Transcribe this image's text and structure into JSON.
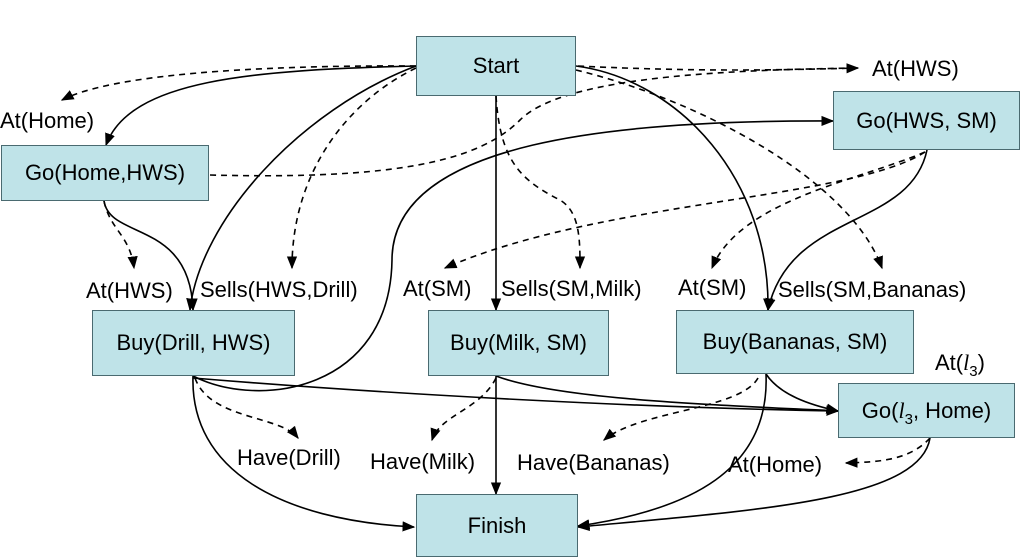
{
  "nodes": {
    "start": "Start",
    "finish": "Finish",
    "go_home_hws": "Go(Home,HWS)",
    "go_hws_sm": "Go(HWS, SM)",
    "buy_drill": "Buy(Drill, HWS)",
    "buy_milk": "Buy(Milk, SM)",
    "buy_bananas": "Buy(Bananas, SM)",
    "go_l3_home": {
      "prefix": "Go(",
      "var": "l",
      "sub": "3",
      "suffix": ", Home)"
    }
  },
  "labels": {
    "at_home_top": "At(Home)",
    "at_hws_top": "At(HWS)",
    "at_hws_mid": "At(HWS)",
    "sells_hws_drill": "Sells(HWS,Drill)",
    "at_sm_1": "At(SM)",
    "sells_sm_milk": "Sells(SM,Milk)",
    "at_sm_2": "At(SM)",
    "sells_sm_bananas": "Sells(SM,Bananas)",
    "at_l3": {
      "prefix": "At(",
      "var": "l",
      "sub": "3",
      "suffix": ")"
    },
    "have_drill": "Have(Drill)",
    "have_milk": "Have(Milk)",
    "have_bananas": "Have(Bananas)",
    "at_home_bottom": "At(Home)"
  },
  "colors": {
    "node_fill": "#bfe3e8",
    "node_border": "#4a6a70",
    "edge": "#000000"
  }
}
